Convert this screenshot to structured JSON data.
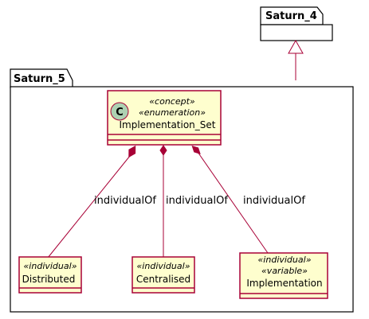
{
  "packages": {
    "outer": {
      "name": "Saturn_4"
    },
    "inner": {
      "name": "Saturn_5"
    }
  },
  "main_class": {
    "badge": "C",
    "stereotypes": [
      "«concept»",
      "«enumeration»"
    ],
    "name": "Implementation_Set"
  },
  "individuals": [
    {
      "stereotypes": [
        "«individual»"
      ],
      "name": "Distributed"
    },
    {
      "stereotypes": [
        "«individual»"
      ],
      "name": "Centralised"
    },
    {
      "stereotypes": [
        "«individual»",
        "«variable»"
      ],
      "name": "Implementation"
    }
  ],
  "links": [
    {
      "label": "individualOf"
    },
    {
      "label": "individualOf"
    },
    {
      "label": "individualOf"
    }
  ],
  "colors": {
    "class_fill": "#FEFECE",
    "class_border": "#A80036",
    "badge_fill": "#ADD1B2",
    "package_fill": "#FFFFFF",
    "line": "#A80036"
  }
}
